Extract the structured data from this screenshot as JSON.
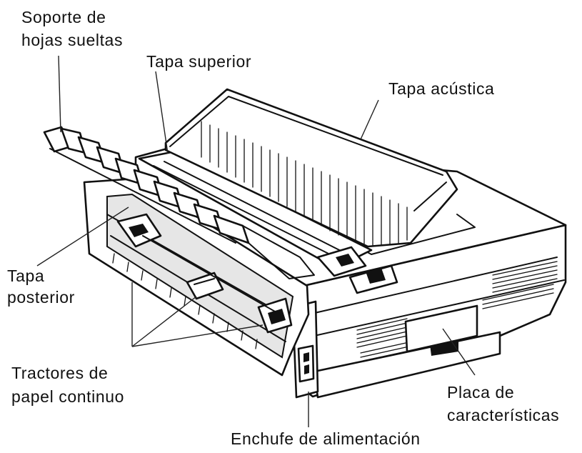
{
  "labels": {
    "soporte_line1": "Soporte de",
    "soporte_line2": "hojas sueltas",
    "tapa_superior": "Tapa superior",
    "tapa_acustica": "Tapa acústica",
    "tapa_posterior_line1": "Tapa",
    "tapa_posterior_line2": "posterior",
    "tractores_line1": "Tractores de",
    "tractores_line2": "papel continuo",
    "placa_line1": "Placa de",
    "placa_line2": "características",
    "enchufe": "Enchufe de alimentación"
  }
}
